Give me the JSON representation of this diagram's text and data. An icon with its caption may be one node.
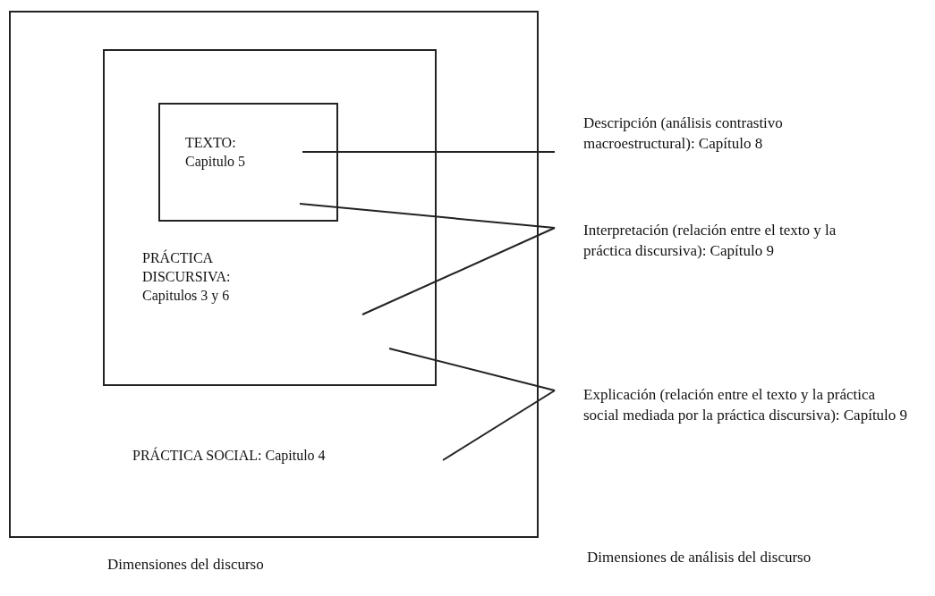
{
  "diagram": {
    "nodes": [
      {
        "text": [
          "PRÁCTICA SOCIAL: Capitulo 4"
        ]
      },
      {
        "text": [
          "PRÁCTICA DISCURSIVA: Capitulos 3 y 6"
        ],
        "in": 0
      },
      {
        "text": [
          "TEXTO: Capitulo 5"
        ],
        "in": 1
      },
      {
        "text": [
          "Descripción (análisis contrastivo macroestructural): Capítulo 8"
        ]
      },
      {
        "text": [
          "Interpretación (relación entre el texto y la práctica discursiva): Capítulo 9"
        ]
      },
      {
        "text": [
          "Explicación (relación entre el texto y la práctica social mediada por la práctica discursiva): Capítulo 9"
        ]
      }
    ],
    "edges": [
      {
        "from": 3,
        "to": 2,
        "arrow": "none"
      },
      {
        "from": 4,
        "to": 2,
        "arrow": "none"
      },
      {
        "from": 4,
        "to": 1,
        "arrow": "none"
      },
      {
        "from": 5,
        "to": 1,
        "arrow": "none"
      },
      {
        "from": 5,
        "to": 0,
        "arrow": "none"
      }
    ],
    "labels": [
      "Dimensiones del discurso",
      "Dimensiones de análisis del discurso"
    ]
  }
}
